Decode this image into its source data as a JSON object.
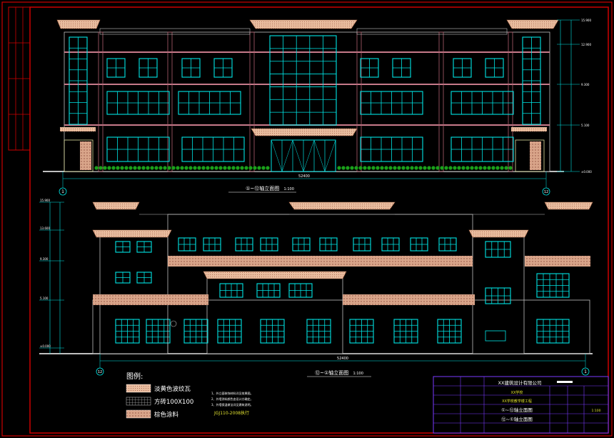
{
  "drawing": {
    "upper_caption": "①~⑫轴立面图",
    "upper_scale": "1:100",
    "lower_caption": "⑫~①轴立面图",
    "lower_scale": "1:100",
    "upper_total_dim": "52400",
    "lower_total_dim": "52400",
    "axis_left_upper": "1",
    "axis_right_upper": "12",
    "axis_left_lower": "12",
    "axis_right_lower": "1"
  },
  "legend": {
    "title": "图例:",
    "items": [
      {
        "label": "淡黄色波纹瓦"
      },
      {
        "label": "方砖100X100"
      },
      {
        "label": "棕色涂料"
      }
    ],
    "note_ref": "JGJ110-2008执行",
    "notes": [
      "1、外立面装饰材料详见效果图。",
      "2、外墙涂料颜色由设计方确定。",
      "3、外墙保温做法详见建筑说明。"
    ]
  },
  "title_block": {
    "company": "XX建筑设计有限公司",
    "project": "XX学校",
    "subproject": "XX学校教学楼工程",
    "sheet_1": "①~⑫轴立面图",
    "sheet_2": "⑫~①轴立面图",
    "scale": "1:100"
  },
  "levels_upper": [
    "15.900",
    "12.900",
    "9.300",
    "5.100",
    "±0.000"
  ],
  "levels_lower": [
    "15.900",
    "13.600",
    "9.300",
    "5.100",
    "±0.000"
  ],
  "colors": {
    "frame": "#cc0000",
    "window": "#00e5e5",
    "roof": "#e8b89a",
    "wall_line": "#9a4a5a",
    "plant": "#22cc22"
  }
}
